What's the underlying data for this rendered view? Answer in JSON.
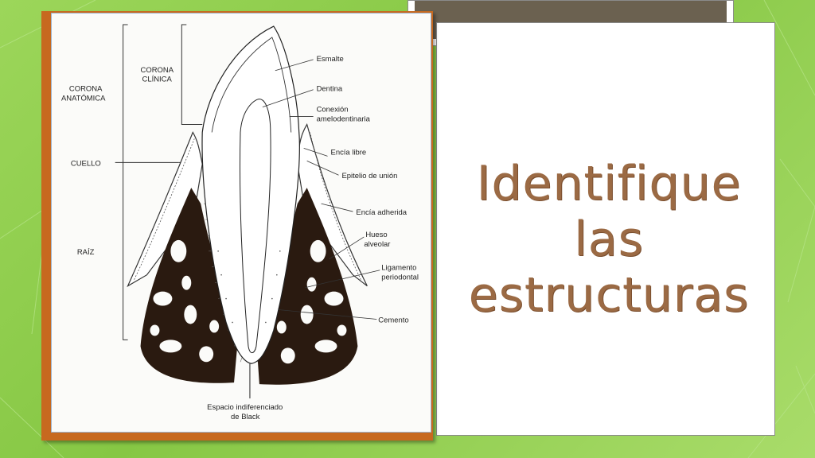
{
  "slide": {
    "title_line1": "Identifique las",
    "title_line2": "estructuras"
  },
  "diagram": {
    "left_labels": {
      "corona_anatomica_1": "CORONA",
      "corona_anatomica_2": "ANATÓMICA",
      "corona_clinica_1": "CORONA",
      "corona_clinica_2": "CLÍNICA",
      "cuello": "CUELLO",
      "raiz": "RAÍZ"
    },
    "right_labels": {
      "esmalte": "Esmalte",
      "dentina": "Dentina",
      "conexion_1": "Conexión",
      "conexion_2": "amelodentinaria",
      "encia_libre": "Encía libre",
      "epitelio": "Epitelio de unión",
      "encia_adherida": "Encía adherida",
      "hueso_1": "Hueso",
      "hueso_2": "alveolar",
      "ligamento_1": "Ligamento",
      "ligamento_2": "periodontal",
      "cemento": "Cemento"
    },
    "bottom_label_1": "Espacio indiferenciado",
    "bottom_label_2": "de Black"
  },
  "colors": {
    "background": "#8fcf4e",
    "title": "#9b6a44",
    "frame": "#c7691f",
    "banner": "#6b6150"
  }
}
